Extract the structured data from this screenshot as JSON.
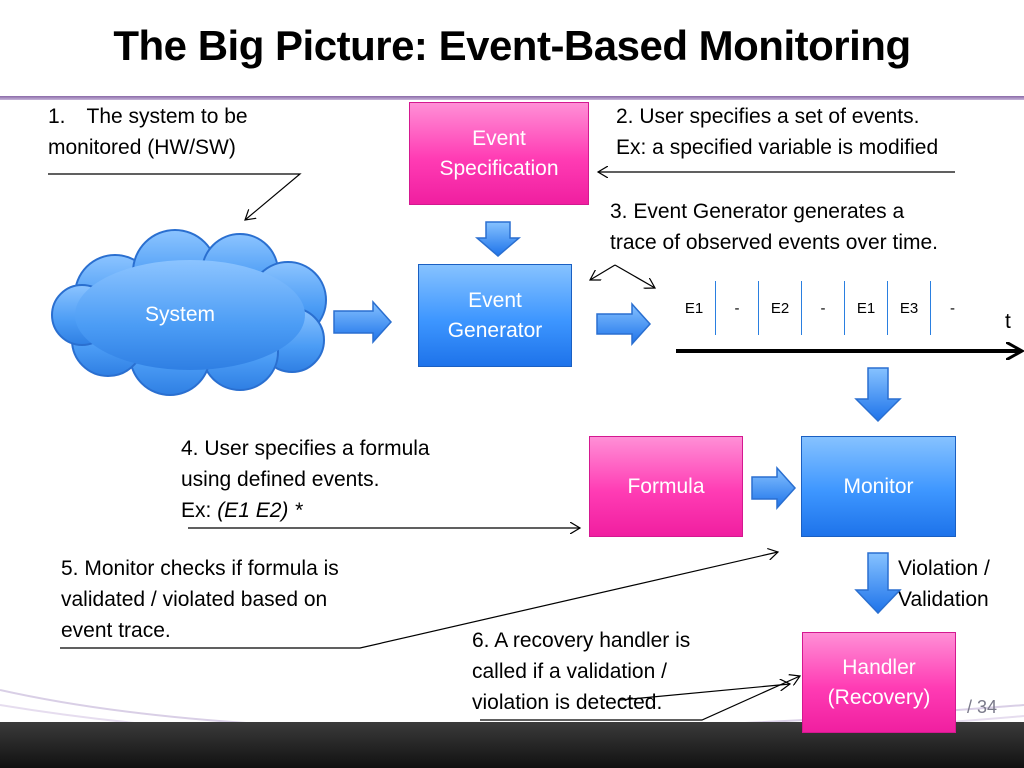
{
  "title": "The Big Picture: Event-Based Monitoring",
  "steps": {
    "s1_line1": "1. The system to be",
    "s1_line2": "monitored (HW/SW)",
    "s2_line1": "2. User specifies a set of events.",
    "s2_line2": "Ex: a specified variable is modified",
    "s3_line1": "3. Event Generator generates a",
    "s3_line2": "trace of observed events over time.",
    "s4_line1": "4. User specifies a formula",
    "s4_line2": "using defined events.",
    "s4_ex_prefix": "Ex: ",
    "s4_ex_formula": "(E1 E2) *",
    "s5_line1": "5. Monitor checks if formula is",
    "s5_line2": "validated / violated based on",
    "s5_line3": "event trace.",
    "s6_line1": "6. A recovery handler is",
    "s6_line2": "called if a validation /",
    "s6_line3": "violation is detected."
  },
  "blocks": {
    "system": "System",
    "event_spec_line1": "Event",
    "event_spec_line2": "Specification",
    "event_gen_line1": "Event",
    "event_gen_line2": "Generator",
    "formula": "Formula",
    "monitor": "Monitor",
    "handler_line1": "Handler",
    "handler_line2": "(Recovery)"
  },
  "trace": {
    "events": [
      "E1",
      "-",
      "E2",
      "-",
      "E1",
      "E3",
      "-"
    ],
    "time_label": "t"
  },
  "outcome_line1": "Violation /",
  "outcome_line2": "Validation",
  "page_number": "/ 34",
  "colors": {
    "pink": "#ff3cb4",
    "blue": "#3d96ff",
    "arrow_blue": "#2a7fe0",
    "title_rule": "#8a6aa8"
  }
}
